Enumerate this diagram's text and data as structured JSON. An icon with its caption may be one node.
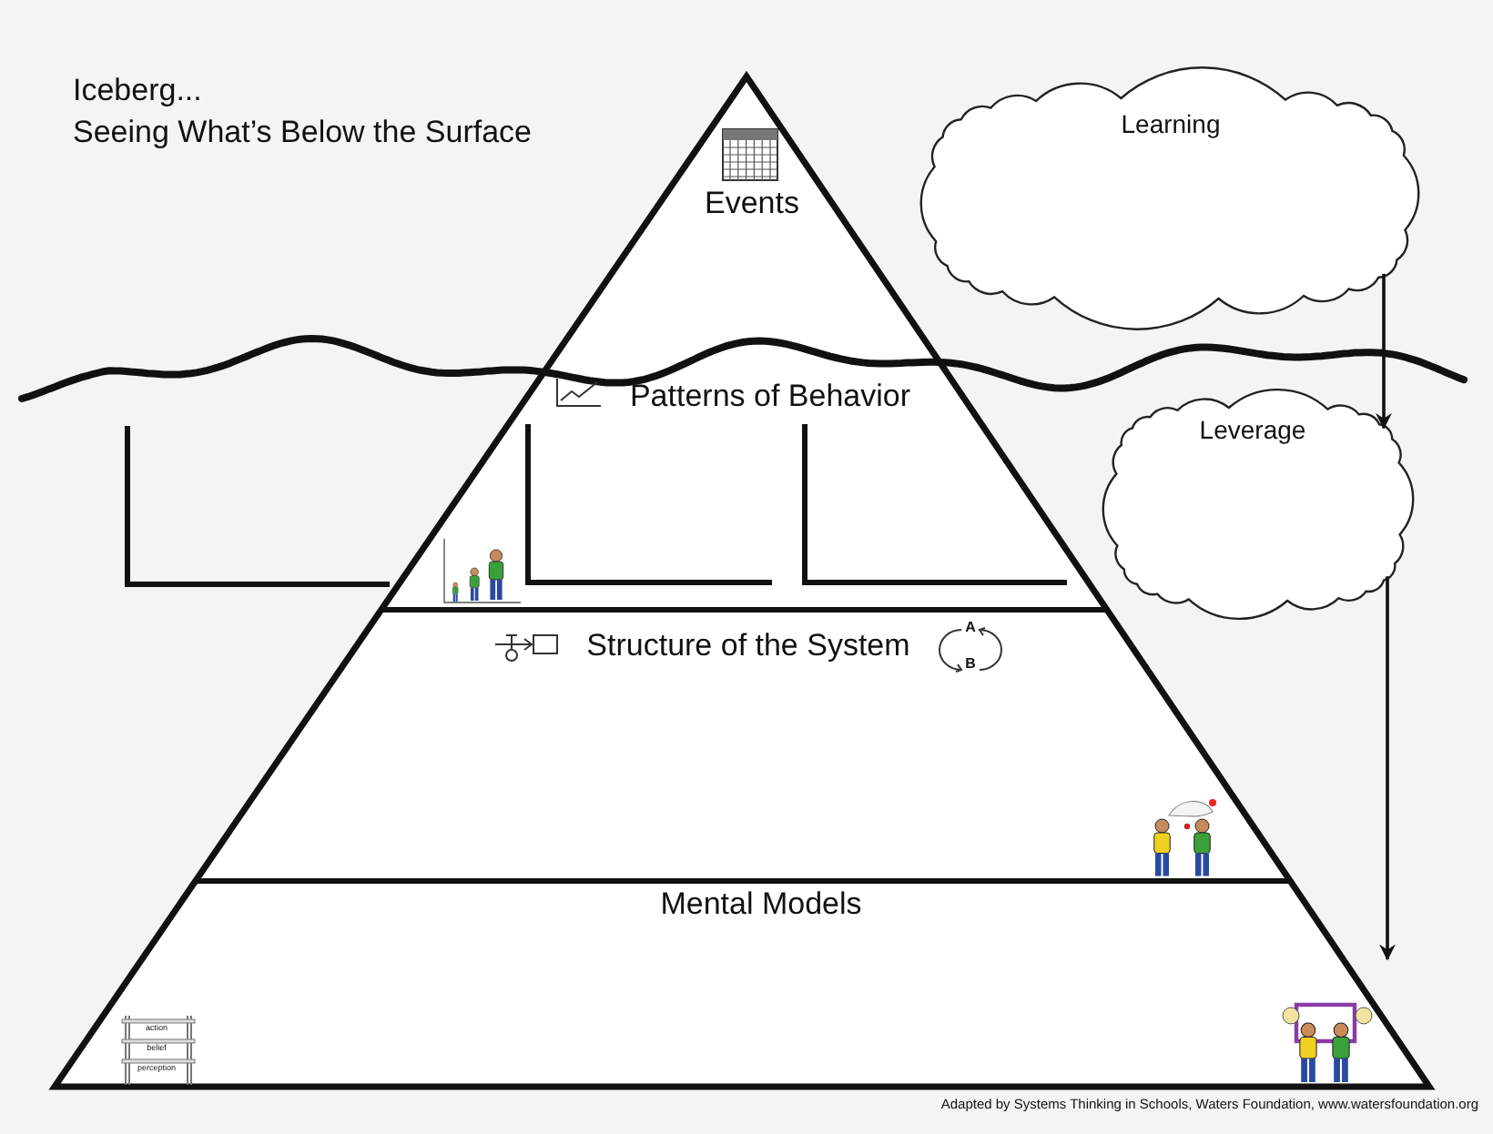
{
  "diagram": {
    "title": "Iceberg...",
    "nodes": [
      {
        "text": [
          "Events"
        ]
      },
      {
        "text": [
          "Patterns of Behavior"
        ]
      },
      {
        "text": [
          "Structure of the System"
        ]
      },
      {
        "text": [
          "Mental Models"
        ]
      },
      {
        "text": [
          "Learning"
        ]
      },
      {
        "text": [
          "Leverage"
        ]
      }
    ],
    "edges": [
      {
        "from": 4,
        "to": 5,
        "arrow": "to"
      },
      {
        "from": 5,
        "to": 3,
        "arrow": "to"
      }
    ],
    "labels": [
      "Seeing What’s Below the Surface",
      "A",
      "B",
      "action",
      "belief",
      "perception",
      "Adapted by Systems Thinking in Schools, Waters Foundation, www.watersfoundation.org"
    ]
  }
}
